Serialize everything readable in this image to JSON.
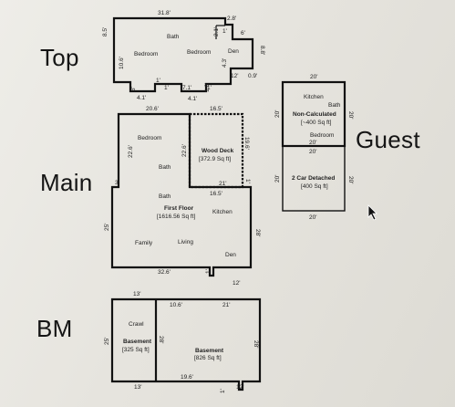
{
  "labels": {
    "top": "Top",
    "main": "Main",
    "bm": "BM",
    "guest": "Guest"
  },
  "top": {
    "rooms": {
      "bath": "Bath",
      "bedroom1": "Bedroom",
      "bedroom2": "Bedroom",
      "den": "Den"
    },
    "dims": {
      "top": "31.8'",
      "right_small": "2.8'",
      "left_small": "8.5'",
      "left": "10.6'",
      "right_inner": "6'",
      "right": "8.8'",
      "bottom_mid": "12'",
      "bottom_right": "0.9'",
      "step_a": "4.3'",
      "step_b": "7.1'",
      "step_c": "1'",
      "step_d": "1'",
      "bottom_left": "4.1'",
      "bottom_mid2": "4.1'",
      "small_left": "3'",
      "small_mid": "1.6'",
      "tiny_a": "2.1'",
      "tiny_b": "1'",
      "tiny_c": "1'"
    }
  },
  "main": {
    "rooms": {
      "bedroom": "Bedroom",
      "bath1": "Bath",
      "bath2": "Bath",
      "kitchen": "Kitchen",
      "family": "Family",
      "living": "Living",
      "den": "Den"
    },
    "first_floor": {
      "title": "First Floor",
      "area": "[1616.56 Sq ft]"
    },
    "wood_deck": {
      "title": "Wood Deck",
      "area": "[372.9 Sq ft]"
    },
    "dims": {
      "top_left": "20.6'",
      "top_right": "16.5'",
      "left_upper": "22.6'",
      "deck_left": "22.6'",
      "deck_right": "19.6'",
      "deck_bottom": "21'",
      "deck_step": "1'",
      "notch": "16.5'",
      "left_step": "3'",
      "left_lower": "25'",
      "right_lower": "28'",
      "bottom": "32.6'",
      "bottom_step": "1'",
      "bottom_right": "12'"
    }
  },
  "guest": {
    "rooms": {
      "kitchen": "Kitchen",
      "bath": "Bath",
      "bedroom": "Bedroom"
    },
    "non_calc": {
      "title": "Non-Calculated",
      "area": "[~400 Sq ft]"
    },
    "garage": {
      "title": "2 Car Detached",
      "area": "[400 Sq ft]"
    },
    "dims": {
      "top": "20'",
      "left_upper": "20'",
      "right_upper": "20'",
      "mid_top": "20'",
      "mid_bottom": "20'",
      "left_lower": "20'",
      "right_lower": "20'",
      "bottom": "20'"
    }
  },
  "bm": {
    "rooms": {
      "crawl": "Crawl"
    },
    "basement_small": {
      "title": "Basement",
      "area": "[325 Sq ft]"
    },
    "basement_large": {
      "title": "Basement",
      "area": "[826 Sq ft]"
    },
    "dims": {
      "top_left": "13'",
      "top_mid": "10.6'",
      "top_right": "21'",
      "left": "25'",
      "inner": "28'",
      "right": "28'",
      "bottom_left": "13'",
      "bottom_mid": "19.6'",
      "bottom_step": "1'",
      "bottom_right": "12'"
    }
  }
}
